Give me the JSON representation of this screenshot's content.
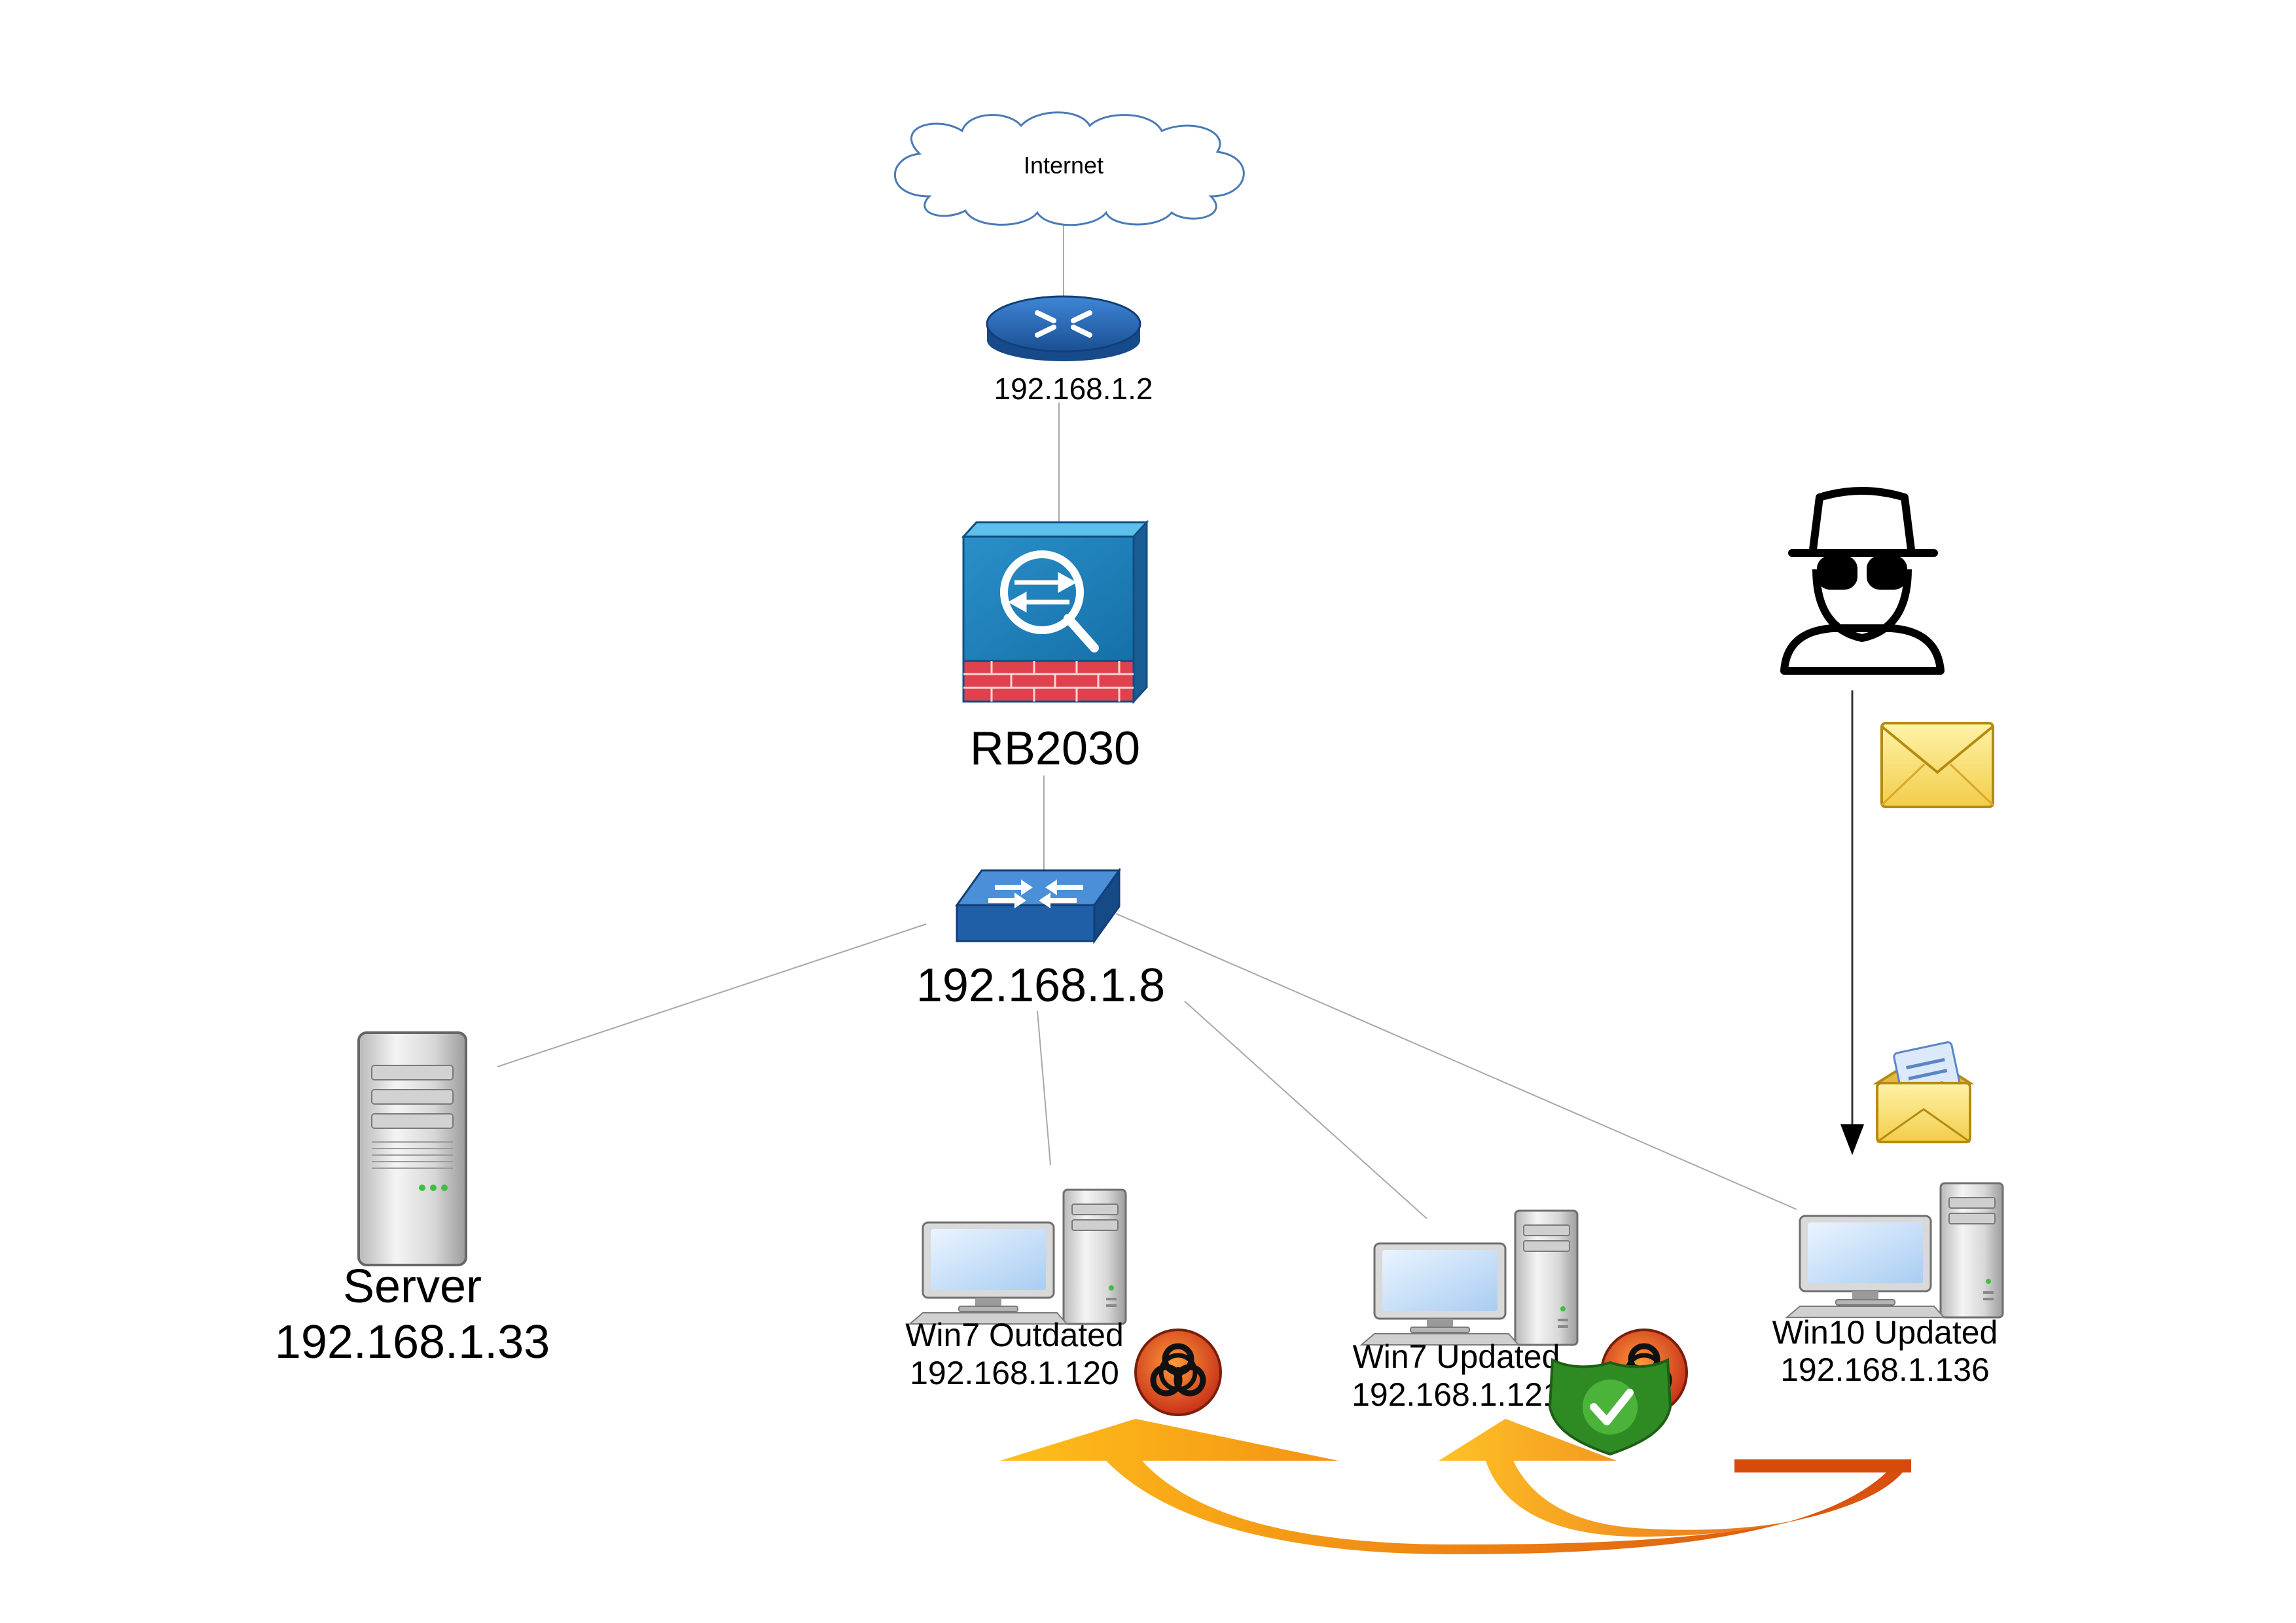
{
  "nodes": {
    "internet": {
      "label": "Internet"
    },
    "router": {
      "ip": "192.168.1.2"
    },
    "firewall": {
      "name": "RB2030"
    },
    "switch": {
      "ip": "192.168.1.8"
    },
    "server": {
      "name": "Server",
      "ip": "192.168.1.33"
    },
    "win7_outdated": {
      "name": "Win7 Outdated",
      "ip": "192.168.1.120",
      "status": "infected"
    },
    "win7_updated": {
      "name": "Win7 Updated",
      "ip": "192.168.1.121",
      "status": "protected"
    },
    "win10_updated": {
      "name": "Win10 Updated",
      "ip": "192.168.1.136"
    }
  },
  "icons": {
    "attacker": "spy-icon",
    "email_closed": "envelope-icon",
    "email_open": "open-envelope-icon",
    "biohazard": "biohazard-icon",
    "shield": "shield-check-icon"
  },
  "colors": {
    "cisco_blue": "#1f5fa8",
    "firewall_red": "#e0424d",
    "biohazard": "#d4441c",
    "shield_green": "#2e8b23",
    "spread_arrow": "#f28a14"
  }
}
